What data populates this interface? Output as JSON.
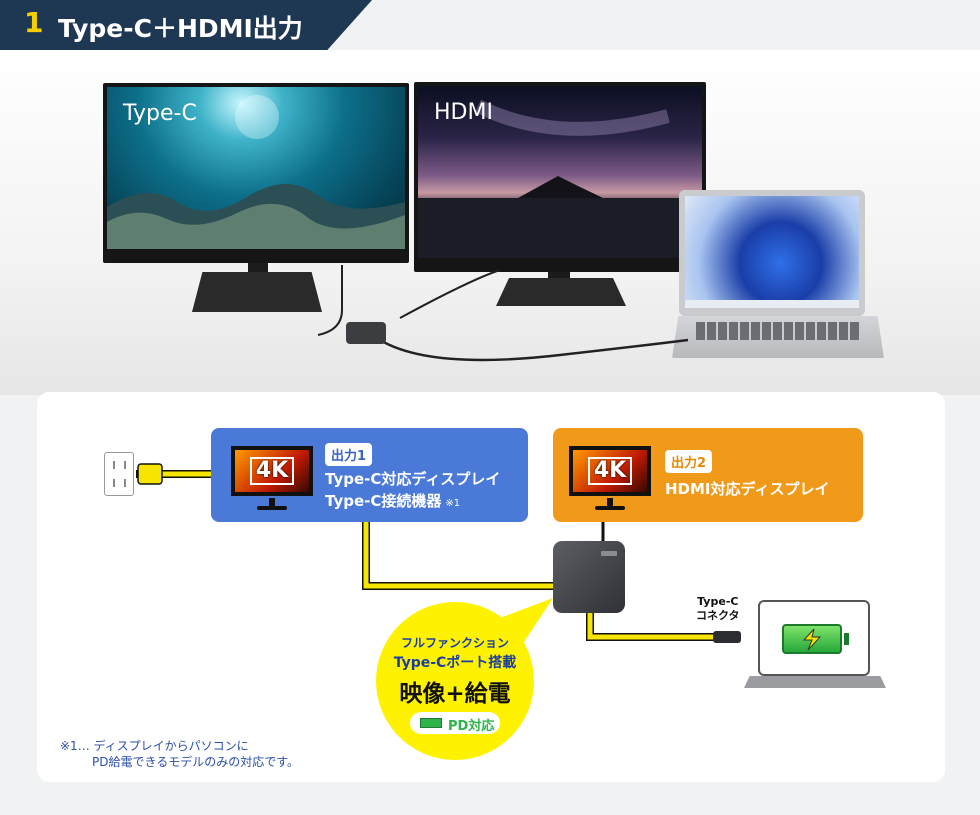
{
  "header": {
    "number": "1",
    "title": "Type-C＋HDMI出力"
  },
  "scene": {
    "monitor_left_label": "Type-C",
    "monitor_right_label": "HDMI"
  },
  "diagram": {
    "output1": {
      "badge": "出力1",
      "line1": "Type-C対応ディスプレイ",
      "line2": "Type-C接続機器",
      "note": "※1"
    },
    "output2": {
      "badge": "出力2",
      "line1": "HDMI対応ディスプレイ"
    },
    "monitor_badge": "4K",
    "bubble": {
      "line1": "フルファンクション",
      "line2": "Type-Cポート搭載",
      "line3": "映像+給電",
      "pd": "PD対応"
    },
    "connector_label_1": "Type-C",
    "connector_label_2": "コネクタ",
    "footnote_1": "※1… ディスプレイからパソコンに",
    "footnote_2": "PD給電できるモデルのみの対応です。"
  },
  "colors": {
    "banner": "#1e3752",
    "banner_number": "#f5d000",
    "output1_box": "#4a79d8",
    "output2_box": "#f19a1a",
    "cable": "#f7e400",
    "bubble": "#fff200",
    "pd_green": "#2db34a"
  }
}
